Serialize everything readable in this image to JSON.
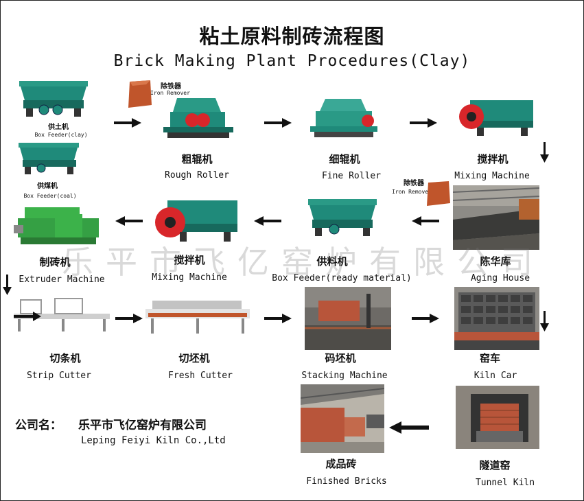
{
  "title": {
    "cn": "粘土原料制砖流程图",
    "en": "Brick Making Plant Procedures(Clay)"
  },
  "watermark": "乐平市飞亿窑炉有限公司",
  "nodes": {
    "box_feeder_clay": {
      "cn": "供土机",
      "en": "Box Feeder(clay)"
    },
    "box_feeder_coal": {
      "cn": "供煤机",
      "en": "Box Feeder(coal)"
    },
    "iron_remover_1": {
      "cn": "除铁器",
      "en": "Iron Remover"
    },
    "rough_roller": {
      "cn": "粗辊机",
      "en": "Rough Roller"
    },
    "fine_roller": {
      "cn": "细辊机",
      "en": "Fine Roller"
    },
    "mixing_machine_1": {
      "cn": "搅拌机",
      "en": "Mixing Machine"
    },
    "iron_remover_2": {
      "cn": "除铁器",
      "en": "Iron Remover"
    },
    "aging_house": {
      "cn": "陈华库",
      "en": "Aging House"
    },
    "box_feeder_ready": {
      "cn": "供料机",
      "en": "Box Feeder(ready material)"
    },
    "mixing_machine_2": {
      "cn": "搅拌机",
      "en": "Mixing Machine"
    },
    "extruder": {
      "cn": "制砖机",
      "en": "Extruder Machine"
    },
    "strip_cutter": {
      "cn": "切条机",
      "en": "Strip Cutter"
    },
    "fresh_cutter": {
      "cn": "切坯机",
      "en": "Fresh Cutter"
    },
    "stacking": {
      "cn": "码坯机",
      "en": "Stacking Machine"
    },
    "kiln_car": {
      "cn": "窑车",
      "en": "Kiln Car"
    },
    "tunnel_kiln": {
      "cn": "隧道窑",
      "en": "Tunnel Kiln"
    },
    "finished_bricks": {
      "cn": "成品砖",
      "en": "Finished Bricks"
    }
  },
  "company": {
    "label": "公司名：",
    "name_cn": "乐平市飞亿窑炉有限公司",
    "name_en": "Leping Feiyi Kiln Co.,Ltd"
  },
  "colors": {
    "machine_green": "#1f8a7a",
    "roller_red": "#d8262a",
    "iron_remover": "#c0552b",
    "extruder_green": "#3cb24a",
    "brick_red": "#b8553a",
    "steel_grey": "#6d6a66"
  }
}
